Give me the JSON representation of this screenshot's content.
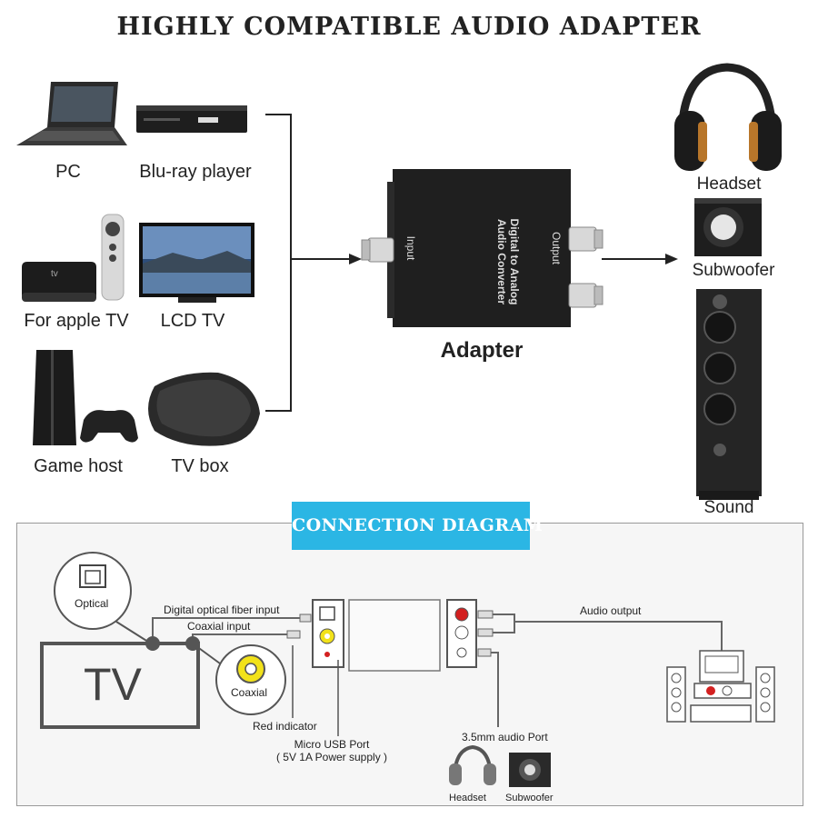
{
  "title": "HIGHLY COMPATIBLE AUDIO ADAPTER",
  "sources": [
    {
      "label": "PC",
      "icon": "laptop-icon"
    },
    {
      "label": "Blu-ray player",
      "icon": "bluray-player-icon"
    },
    {
      "label": "For apple TV",
      "icon": "apple-tv-icon"
    },
    {
      "label": "LCD TV",
      "icon": "lcd-tv-icon"
    },
    {
      "label": "Game host",
      "icon": "game-console-icon"
    },
    {
      "label": "TV box",
      "icon": "tv-box-icon"
    }
  ],
  "adapter": {
    "label": "Adapter",
    "device_text_line1": "Digital to Analog",
    "device_text_line2": "Audio Converter",
    "input_label": "Input",
    "output_label": "Output"
  },
  "outputs": [
    {
      "label": "Headset",
      "icon": "headset-icon"
    },
    {
      "label": "Subwoofer",
      "icon": "subwoofer-icon"
    },
    {
      "label": "Sound",
      "icon": "tower-speaker-icon"
    }
  ],
  "diagram": {
    "banner": "CONNECTION DIAGRAM",
    "optical": "Optical",
    "coaxial": "Coaxial",
    "tv": "TV",
    "fiber_input": "Digital optical fiber input",
    "coaxial_input": "Coaxial input",
    "red_indicator": "Red indicator",
    "usb_port": "Micro USB Port",
    "usb_power": "( 5V 1A Power supply )",
    "audio_output": "Audio output",
    "audio_port": "3.5mm audio Port",
    "headset": "Headset",
    "subwoofer": "Subwoofer"
  },
  "colors": {
    "banner": "#2bb6e4",
    "device": "#1f1f1f",
    "coaxial_jack": "#f2e21a",
    "rca_red": "#d32020"
  }
}
